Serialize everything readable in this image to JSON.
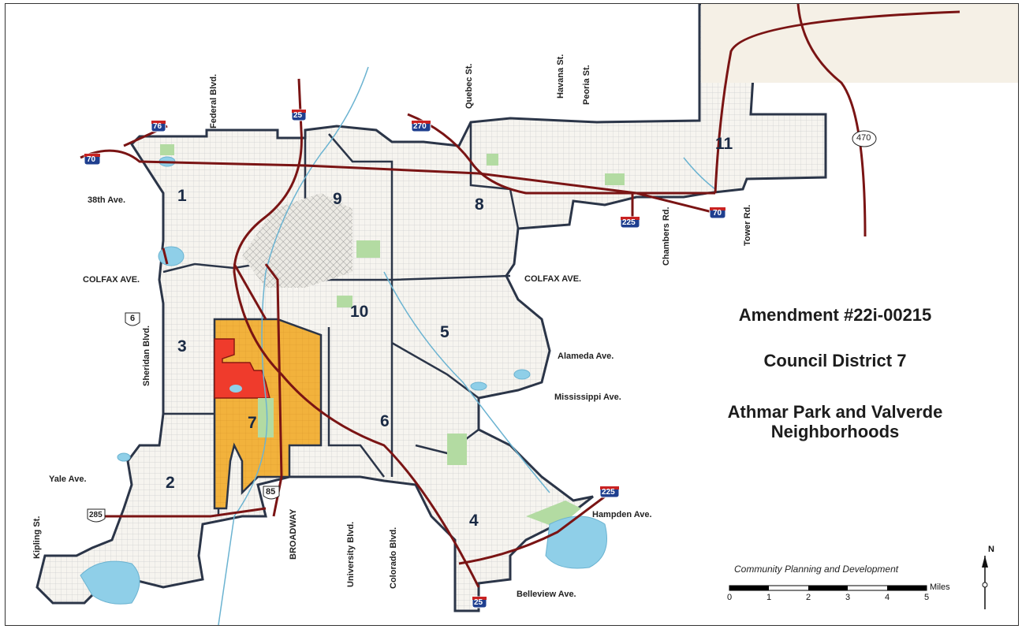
{
  "title": {
    "line1": "Amendment #22i-00215",
    "line2": "Council District 7",
    "line3": "Athmar Park and Valverde",
    "line4": "Neighborhoods"
  },
  "districts": [
    "1",
    "2",
    "3",
    "4",
    "5",
    "6",
    "7",
    "8",
    "9",
    "10",
    "11"
  ],
  "streets": {
    "federal": "Federal Blvd.",
    "quebec": "Quebec St.",
    "havana": "Havana St.",
    "peoria": "Peoria St.",
    "ave38": "38th Ave.",
    "colfax_w": "COLFAX AVE.",
    "colfax_e": "COLFAX AVE.",
    "sheridan": "Sheridan Blvd.",
    "alameda": "Alameda Ave.",
    "mississippi": "Mississippi Ave.",
    "yale": "Yale Ave.",
    "kipling": "Kipling St.",
    "broadway": "BROADWAY",
    "university": "University Blvd.",
    "colorado": "Colorado Blvd.",
    "hampden": "Hampden Ave.",
    "belleview": "Belleview Ave.",
    "chambers": "Chambers Rd.",
    "tower": "Tower Rd."
  },
  "shields": {
    "i76": "76",
    "i70w": "70",
    "i25n": "25",
    "i270": "270",
    "i225n": "225",
    "i70e": "70",
    "us470": "470",
    "us6": "6",
    "us85": "85",
    "us285": "285",
    "i225s": "225",
    "i25s": "25"
  },
  "credit": "Community Planning and Development",
  "scale": {
    "unit": "Miles",
    "ticks": [
      "0",
      "1",
      "2",
      "3",
      "4",
      "5"
    ]
  },
  "north_label": "N",
  "colors": {
    "district7": "#f2b23c",
    "amendment": "#ef3b2c",
    "highway": "#7a1414",
    "water": "#8fcfe8",
    "park": "#b3dba2"
  }
}
